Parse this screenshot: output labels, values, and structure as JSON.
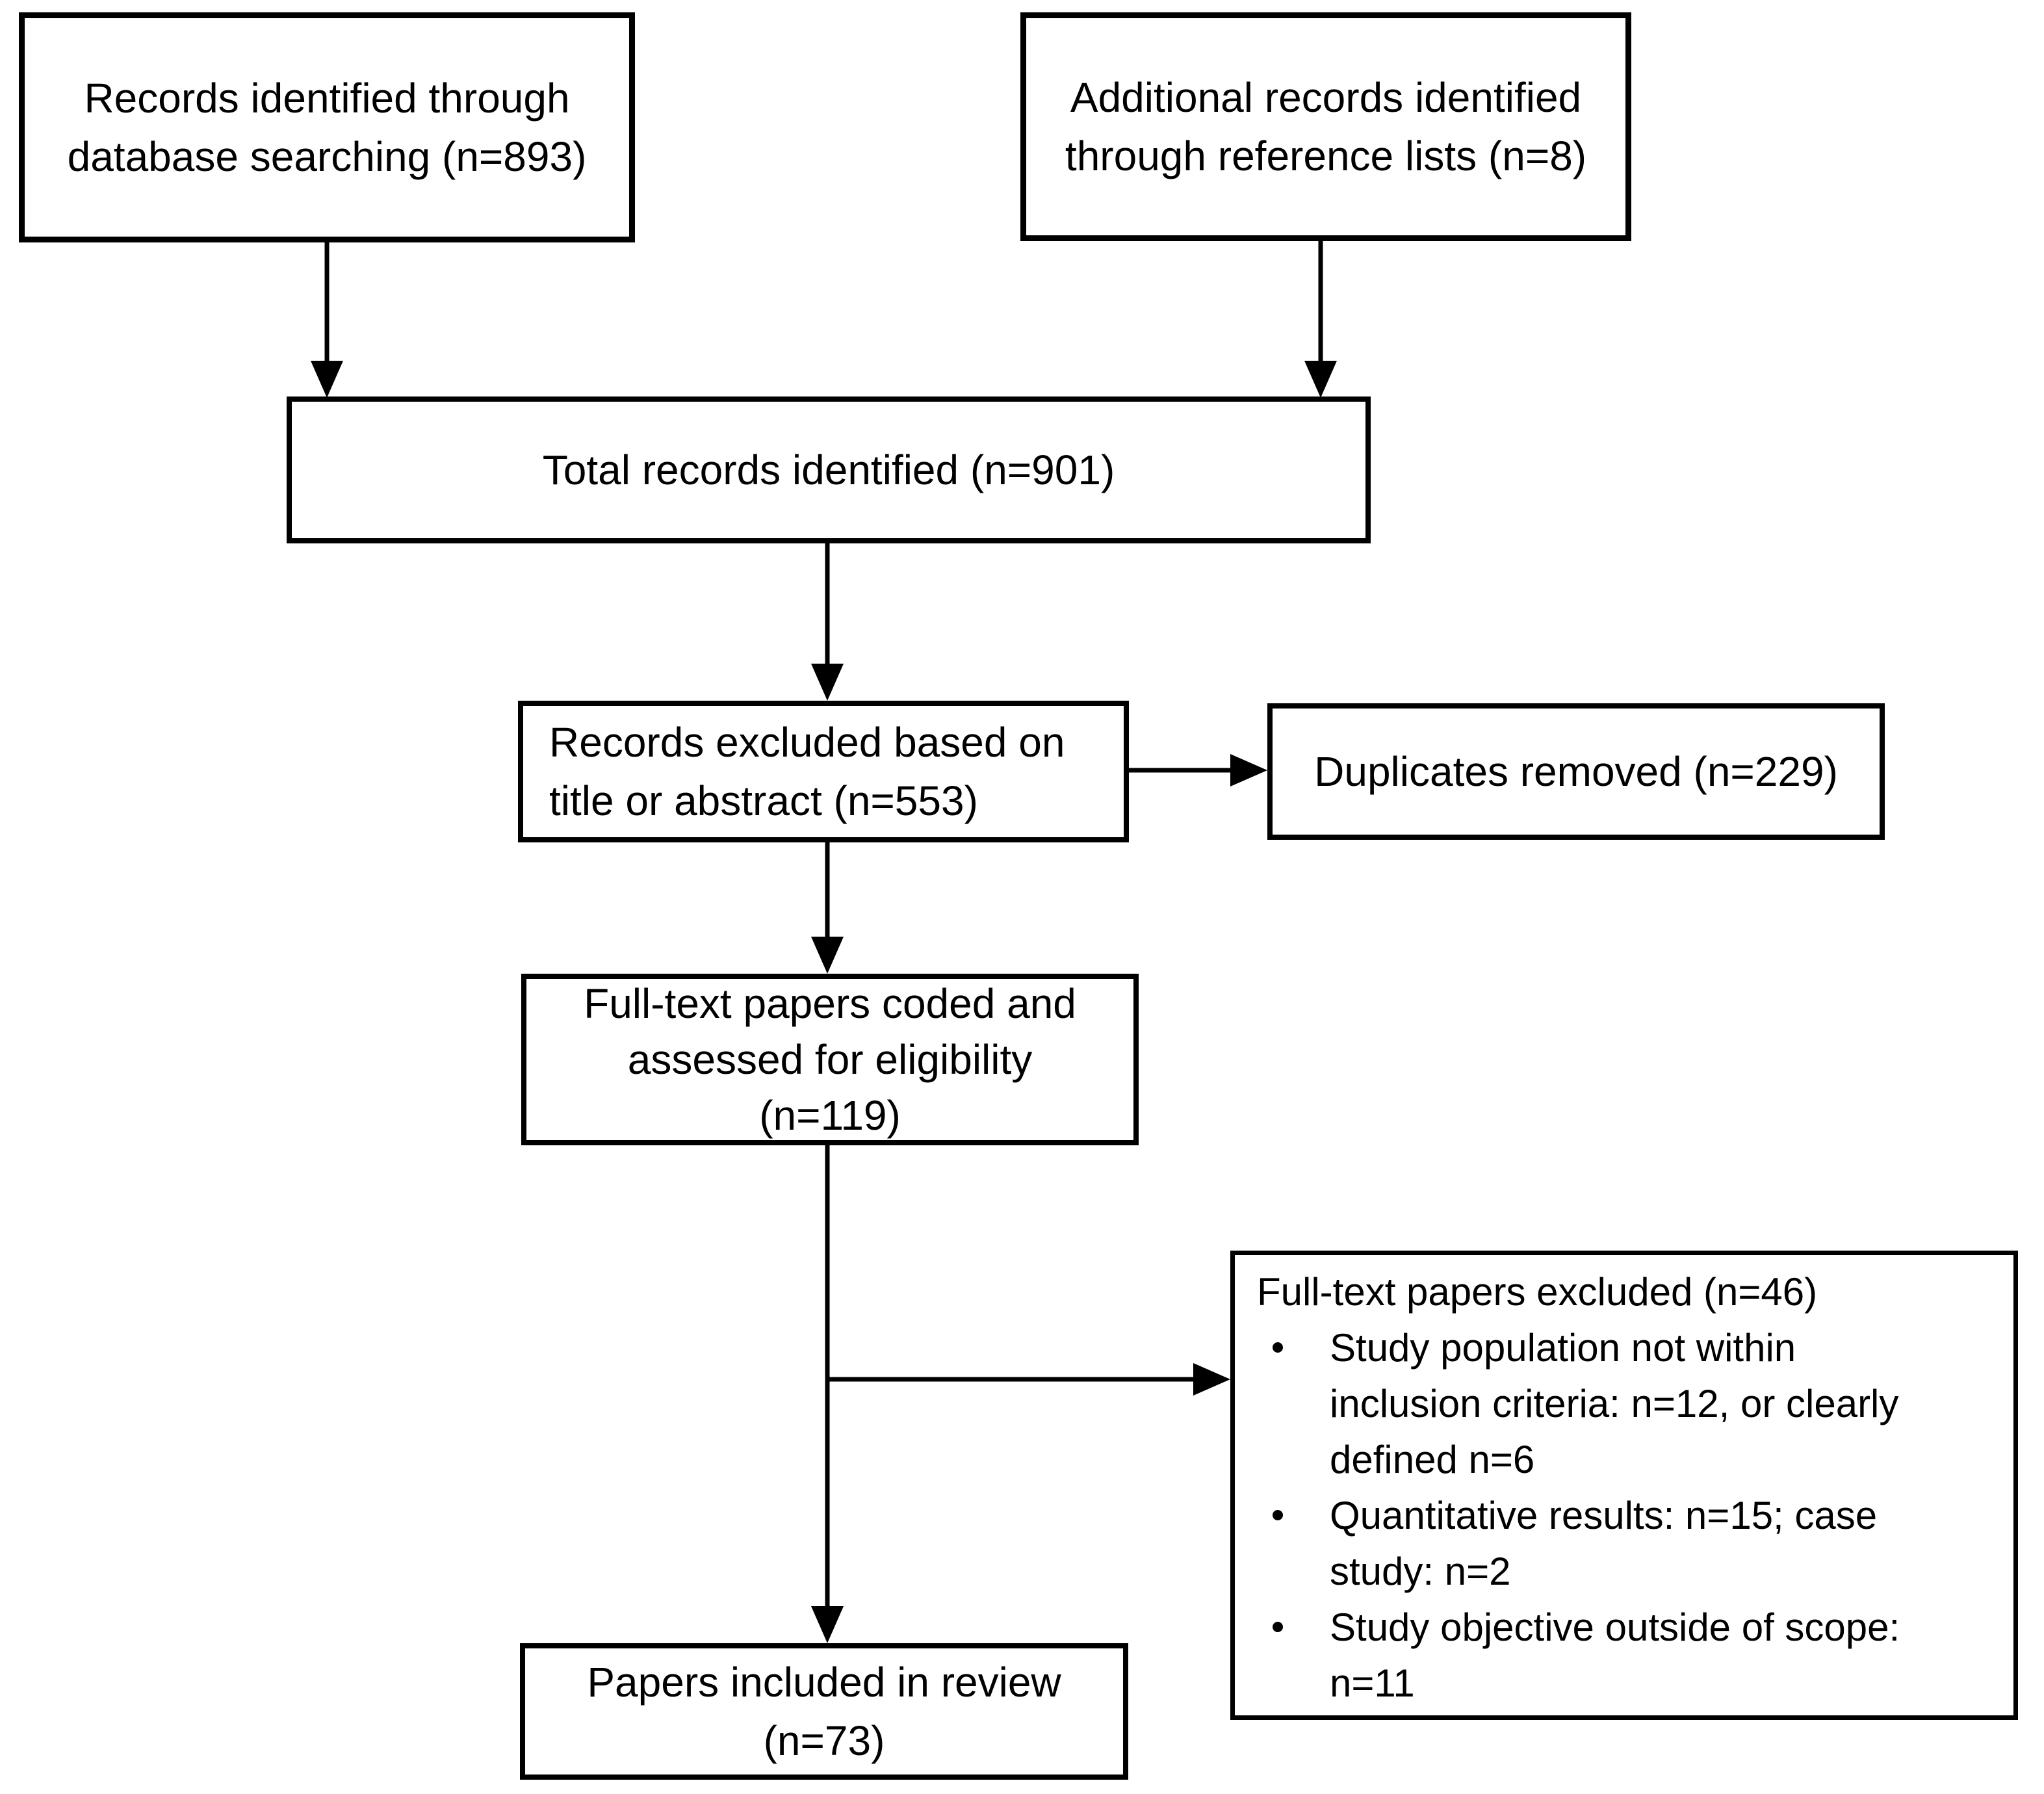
{
  "nodes": {
    "records_identified": {
      "lines": [
        "Records identified through",
        "database searching (n=893)"
      ]
    },
    "additional_records": {
      "lines": [
        "Additional records identified",
        "through reference lists (n=8)"
      ]
    },
    "total_records": {
      "lines": [
        "Total records identified (n=901)"
      ]
    },
    "records_excluded": {
      "lines": [
        "Records excluded based on",
        "title or abstract (n=553)"
      ]
    },
    "duplicates_removed": {
      "lines": [
        "Duplicates removed (n=229)"
      ]
    },
    "fulltext_assessed": {
      "lines": [
        "Full-text papers coded and",
        "assessed for eligibility",
        "(n=119)"
      ]
    },
    "fulltext_excluded": {
      "title": "Full-text papers excluded (n=46)",
      "bullets": [
        {
          "lines": [
            "Study population not within",
            "inclusion criteria: n=12, or clearly",
            "defined n=6"
          ]
        },
        {
          "lines": [
            "Quantitative results: n=15; case",
            "study: n=2"
          ]
        },
        {
          "lines": [
            "Study objective outside of scope:",
            "n=11"
          ]
        }
      ]
    },
    "papers_included": {
      "lines": [
        "Papers included in review",
        "(n=73)"
      ]
    }
  }
}
